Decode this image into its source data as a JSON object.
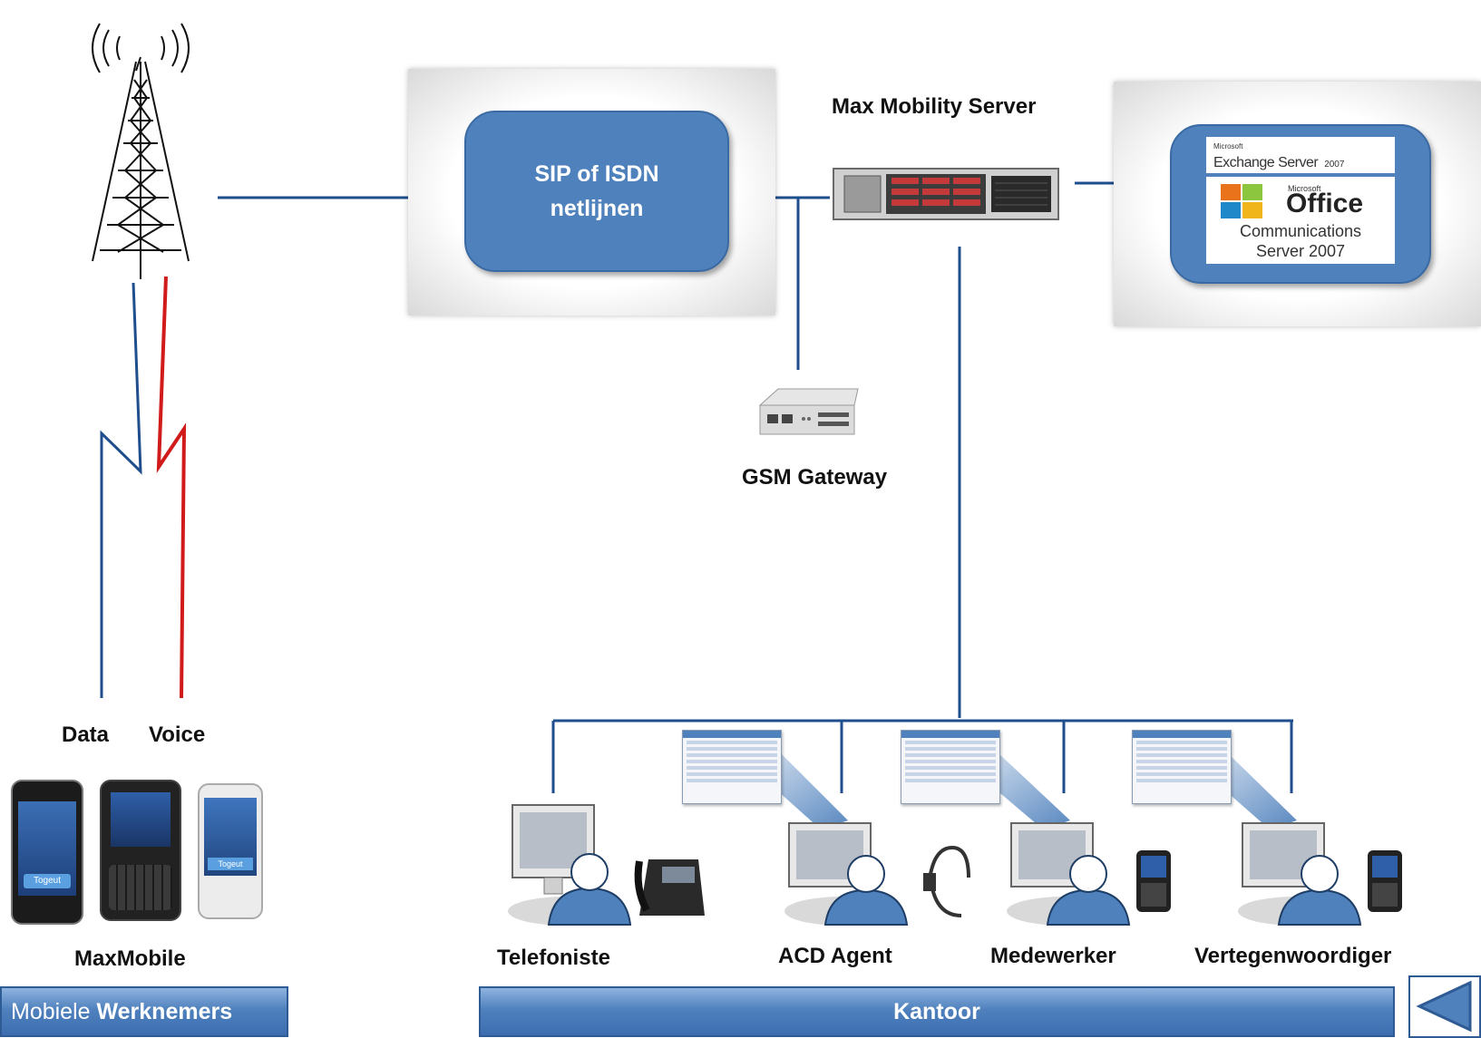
{
  "colors": {
    "line_blue": "#1f4e8c",
    "voice_red": "#d11a1a",
    "box_blue": "#4f81bd"
  },
  "nodes": {
    "sip_box": {
      "line1": "SIP of ISDN",
      "line2": "netlijnen"
    },
    "server_label": "Max Mobility Server",
    "gsm_label": "GSM Gateway",
    "exchange": {
      "brand": "Microsoft",
      "name": "Exchange Server",
      "version": "2007"
    },
    "ocs": {
      "brand": "Microsoft",
      "office": "Office",
      "line1": "Communications",
      "line2": "Server 2007"
    }
  },
  "links": {
    "data": "Data",
    "voice": "Voice"
  },
  "mobile": {
    "label": "MaxMobile",
    "button_text": "Togeut"
  },
  "office_roles": [
    "Telefoniste",
    "ACD Agent",
    "Medewerker",
    "Vertegenwoordiger"
  ],
  "footer": {
    "left_prefix": "Mobiele ",
    "left_bold": "Werknemers",
    "center": "Kantoor",
    "back_icon": "triangle-left-icon"
  }
}
